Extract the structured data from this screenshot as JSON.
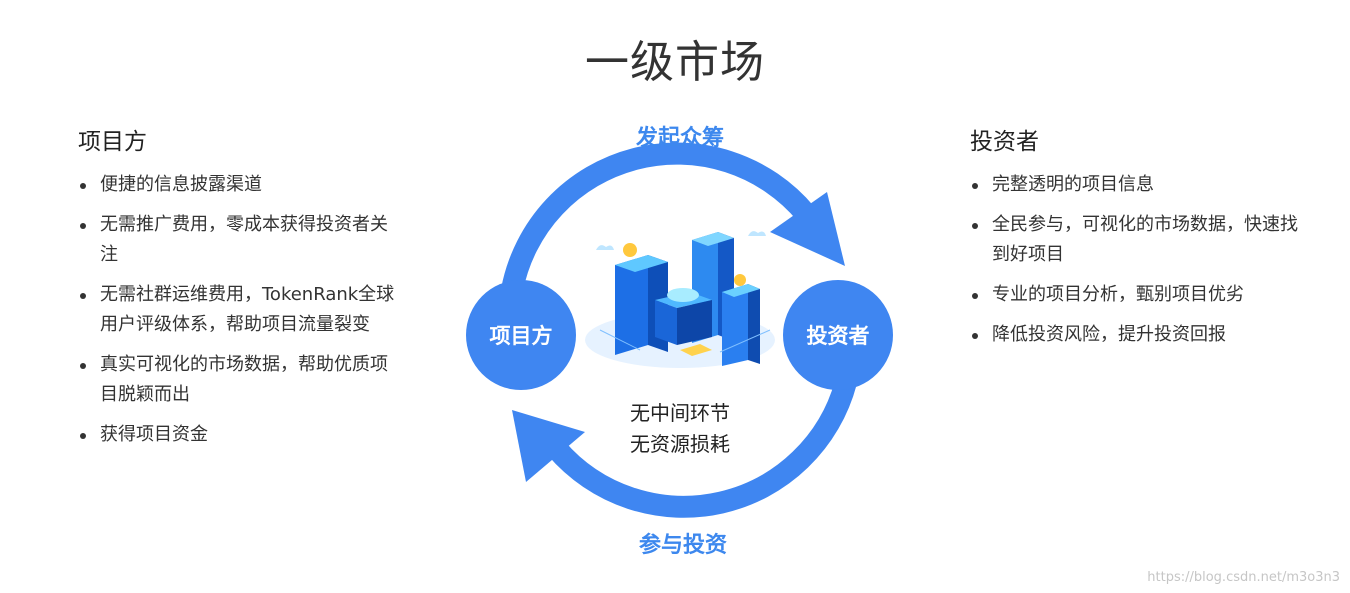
{
  "title": "一级市场",
  "left": {
    "heading": "项目方",
    "items": [
      "便捷的信息披露渠道",
      "无需推广费用，零成本获得投资者关注",
      "无需社群运维费用，TokenRank全球用户评级体系，帮助项目流量裂变",
      "真实可视化的市场数据，帮助优质项目脱颖而出",
      "获得项目资金"
    ]
  },
  "right": {
    "heading": "投资者",
    "items": [
      "完整透明的项目信息",
      "全民参与，可视化的市场数据，快速找到好项目",
      "专业的项目分析，甄别项目优劣",
      "降低投资风险，提升投资回报"
    ]
  },
  "cycle": {
    "top_label": "发起众筹",
    "bottom_label": "参与投资",
    "left_node": "项目方",
    "right_node": "投资者",
    "center_lines": [
      "无中间环节",
      "无资源损耗"
    ]
  },
  "watermark": "https://blog.csdn.net/m3o3n3",
  "colors": {
    "accent": "#3f86f1",
    "label": "#3d88ee"
  }
}
